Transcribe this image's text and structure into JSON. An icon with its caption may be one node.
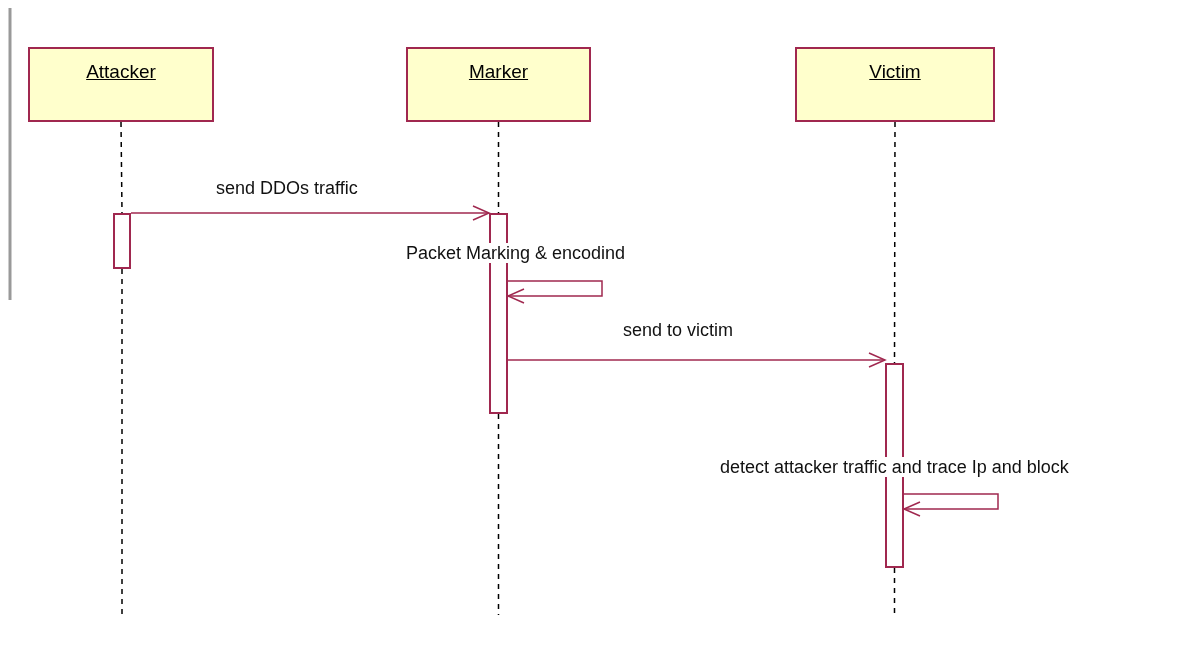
{
  "diagram": {
    "nodes": [
      {
        "text": [
          "Attacker"
        ]
      },
      {
        "text": [
          "Marker"
        ]
      },
      {
        "text": [
          "Victim"
        ]
      },
      {
        "text": [],
        "shape": "bar"
      },
      {
        "text": [],
        "shape": "bar"
      },
      {
        "text": [],
        "shape": "bar"
      }
    ],
    "edges": [
      {
        "from": 0,
        "to": 3,
        "arrow": "none",
        "style": "dashed"
      },
      {
        "from": 1,
        "to": 4,
        "arrow": "none",
        "style": "dashed"
      },
      {
        "from": 2,
        "to": 5,
        "arrow": "none",
        "style": "dashed"
      },
      {
        "from": 3,
        "to": null,
        "arrow": "none",
        "style": "dashed"
      },
      {
        "from": 4,
        "to": null,
        "arrow": "none",
        "style": "dashed"
      },
      {
        "from": 5,
        "to": null,
        "arrow": "none",
        "style": "dashed"
      },
      {
        "from": 3,
        "to": 4,
        "arrow": "to",
        "label": "send DDOs traffic",
        "color": "#a0284f"
      },
      {
        "from": 4,
        "to": 4,
        "arrow": "to",
        "label": "Packet Marking & encodind",
        "color": "#a0284f"
      },
      {
        "from": 4,
        "to": 5,
        "arrow": "to",
        "label": "send to victim",
        "color": "#a0284f"
      },
      {
        "from": 5,
        "to": 5,
        "arrow": "to",
        "label": "detect attacker traffic and trace Ip and block",
        "color": "#a0284f"
      }
    ]
  }
}
